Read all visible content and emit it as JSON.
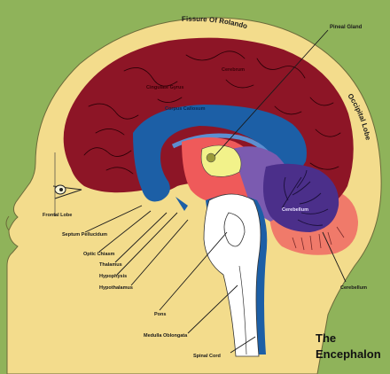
{
  "diagram": {
    "title_line1": "The",
    "title_line2": "Encephalon",
    "labels": {
      "fissure_of_rolando": "Fissure Of Rolando",
      "pineal_gland": "Pineal Gland",
      "occipital_lobe": "Occipital Lobe",
      "cerebrum": "Cerebrum",
      "cingulate_gyrus": "Cingulate Gyrus",
      "corpus_callosum": "Corpus Callosum",
      "frontal_lobe": "Frontal Lobe",
      "septum_pellucidum": "Septum Pellucidum",
      "optic_chiasm": "Optic Chiasm",
      "thalamus": "Thalamus",
      "hypophysis": "Hypophysis",
      "hypothalamus": "Hypothalamus",
      "pons": "Pons",
      "medulla_oblongata": "Medulla Oblongata",
      "spinal_cord": "Spinal Cord",
      "cerebellum_inner": "Cerebellum",
      "cerebellum_outer": "Cerebellum"
    },
    "colors": {
      "background": "#8fb35a",
      "head": "#f3dc8c",
      "cerebrum": "#8d1526",
      "corpus_callosum": "#1c5fa6",
      "thalamus": "#f2f28a",
      "diencephalon": "#ef5a5a",
      "midbrain": "#7b5bb0",
      "cerebellum": "#4b2f8a",
      "cerebellum_outer": "#f07a6a",
      "brainstem": "#ffffff"
    }
  }
}
